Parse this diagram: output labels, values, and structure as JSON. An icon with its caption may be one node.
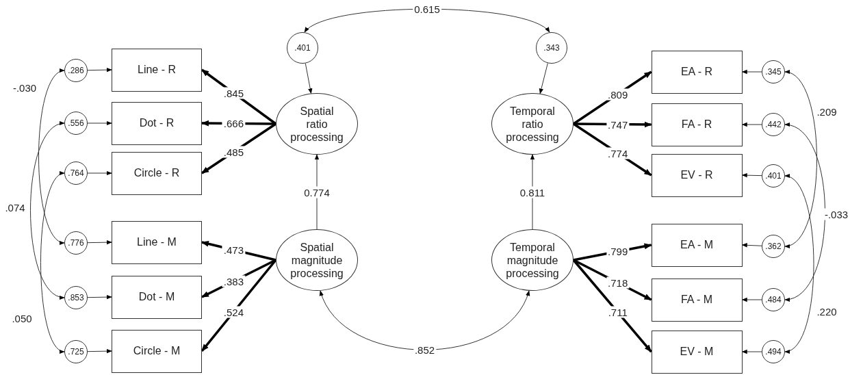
{
  "diagram": {
    "nodes": [
      {
        "text": [
          ".401"
        ]
      },
      {
        "text": [
          ".343"
        ]
      },
      {
        "text": [
          ".286"
        ]
      },
      {
        "text": [
          "Line - R"
        ]
      },
      {
        "text": [
          "EA - R"
        ]
      },
      {
        "text": [
          ".345"
        ]
      },
      {
        "text": [
          ".556"
        ]
      },
      {
        "text": [
          "Dot - R"
        ]
      },
      {
        "text": [
          "Spatial ratio processing"
        ]
      },
      {
        "text": [
          "Temporal ratio processing"
        ]
      },
      {
        "text": [
          "FA - R"
        ]
      },
      {
        "text": [
          ".442"
        ]
      },
      {
        "text": [
          ".764"
        ]
      },
      {
        "text": [
          "Circle - R"
        ]
      },
      {
        "text": [
          "EV - R"
        ]
      },
      {
        "text": [
          ".401"
        ]
      },
      {
        "text": [
          ".776"
        ]
      },
      {
        "text": [
          "Line - M"
        ]
      },
      {
        "text": [
          "Spatial magnitude processing"
        ]
      },
      {
        "text": [
          "Temporal magnitude processing"
        ]
      },
      {
        "text": [
          "EA - M"
        ]
      },
      {
        "text": [
          ".362"
        ]
      },
      {
        "text": [
          ".853"
        ]
      },
      {
        "text": [
          "Dot - M"
        ]
      },
      {
        "text": [
          "FA - M"
        ]
      },
      {
        "text": [
          ".484"
        ]
      },
      {
        "text": [
          ".725"
        ]
      },
      {
        "text": [
          "Circle - M"
        ]
      },
      {
        "text": [
          "EV - M"
        ]
      },
      {
        "text": [
          ".494"
        ]
      }
    ],
    "edges": [
      {
        "from": 0,
        "to": 1,
        "arrow": "both",
        "label": "0.615"
      },
      {
        "from": 0,
        "to": 8,
        "arrow": "to"
      },
      {
        "from": 1,
        "to": 9,
        "arrow": "to"
      },
      {
        "from": 8,
        "to": 3,
        "arrow": "to",
        "label": ".845",
        "style": "thick"
      },
      {
        "from": 8,
        "to": 7,
        "arrow": "to",
        "label": ".666",
        "style": "thick"
      },
      {
        "from": 8,
        "to": 13,
        "arrow": "to",
        "label": ".485",
        "style": "thick"
      },
      {
        "from": 9,
        "to": 4,
        "arrow": "to",
        "label": ".809",
        "style": "thick"
      },
      {
        "from": 9,
        "to": 10,
        "arrow": "to",
        "label": ".747",
        "style": "thick"
      },
      {
        "from": 9,
        "to": 14,
        "arrow": "to",
        "label": ".774",
        "style": "thick"
      },
      {
        "from": 18,
        "to": 8,
        "arrow": "to",
        "label": "0.774"
      },
      {
        "from": 19,
        "to": 9,
        "arrow": "to",
        "label": "0.811"
      },
      {
        "from": 18,
        "to": 17,
        "arrow": "to",
        "label": ".473",
        "style": "thick"
      },
      {
        "from": 18,
        "to": 23,
        "arrow": "to",
        "label": ".383",
        "style": "thick"
      },
      {
        "from": 18,
        "to": 27,
        "arrow": "to",
        "label": ".524",
        "style": "thick"
      },
      {
        "from": 19,
        "to": 20,
        "arrow": "to",
        "label": ".799",
        "style": "thick"
      },
      {
        "from": 19,
        "to": 24,
        "arrow": "to",
        "label": ".718",
        "style": "thick"
      },
      {
        "from": 19,
        "to": 28,
        "arrow": "to",
        "label": ".711",
        "style": "thick"
      },
      {
        "from": 18,
        "to": 19,
        "arrow": "both",
        "label": ".852"
      },
      {
        "from": 2,
        "to": 3,
        "arrow": "to"
      },
      {
        "from": 6,
        "to": 7,
        "arrow": "to"
      },
      {
        "from": 12,
        "to": 13,
        "arrow": "to"
      },
      {
        "from": 16,
        "to": 17,
        "arrow": "to"
      },
      {
        "from": 22,
        "to": 23,
        "arrow": "to"
      },
      {
        "from": 26,
        "to": 27,
        "arrow": "to"
      },
      {
        "from": 5,
        "to": 4,
        "arrow": "to"
      },
      {
        "from": 11,
        "to": 10,
        "arrow": "to"
      },
      {
        "from": 15,
        "to": 14,
        "arrow": "to"
      },
      {
        "from": 21,
        "to": 20,
        "arrow": "to"
      },
      {
        "from": 25,
        "to": 24,
        "arrow": "to"
      },
      {
        "from": 29,
        "to": 28,
        "arrow": "to"
      },
      {
        "from": 2,
        "to": 16,
        "arrow": "both",
        "label": "-.030"
      },
      {
        "from": 6,
        "to": 22,
        "arrow": "both",
        "label": ".074"
      },
      {
        "from": 12,
        "to": 26,
        "arrow": "both",
        "label": ".050"
      },
      {
        "from": 5,
        "to": 21,
        "arrow": "both",
        "label": ".209"
      },
      {
        "from": 11,
        "to": 25,
        "arrow": "both",
        "label": "-.033"
      },
      {
        "from": 15,
        "to": 29,
        "arrow": "both",
        "label": ".220"
      }
    ]
  }
}
